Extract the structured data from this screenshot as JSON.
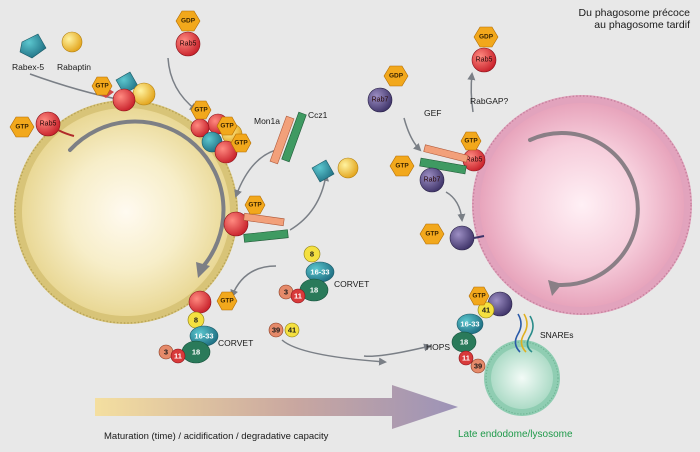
{
  "title_line1": "Du phagosome précoce",
  "title_line2": "au phagosome tardif",
  "labels": {
    "rabex5": "Rabex-5",
    "rabaptin": "Rabaptin",
    "mon1a": "Mon1a",
    "ccz1": "Ccz1",
    "gef": "GEF",
    "rabgap": "RabGAP?",
    "corvet": "CORVET",
    "hops": "HOPS",
    "snares": "SNAREs",
    "late": "Late endodome/lysosome",
    "maturation": "Maturation (time) / acidification / degradative capacity"
  },
  "tags": {
    "gtp": "GTP",
    "gdp": "GDP",
    "rab5": "Rab5",
    "rab7": "Rab7"
  },
  "nums": {
    "n8": "8",
    "n16_33": "16-33",
    "n3": "3",
    "n11": "11",
    "n18": "18",
    "n39": "39",
    "n41": "41"
  },
  "colors": {
    "early_phagosome": "#f2e4a8",
    "late_phagosome": "#f0b8cc",
    "lysosome": "#bfe6d6",
    "gtp_hex": "#f2a81c",
    "rab5": "#d83a3a",
    "rab7": "#6a5c8e",
    "corvet_teal": "#2a8c8a",
    "label_green": "#1f9a4a"
  }
}
